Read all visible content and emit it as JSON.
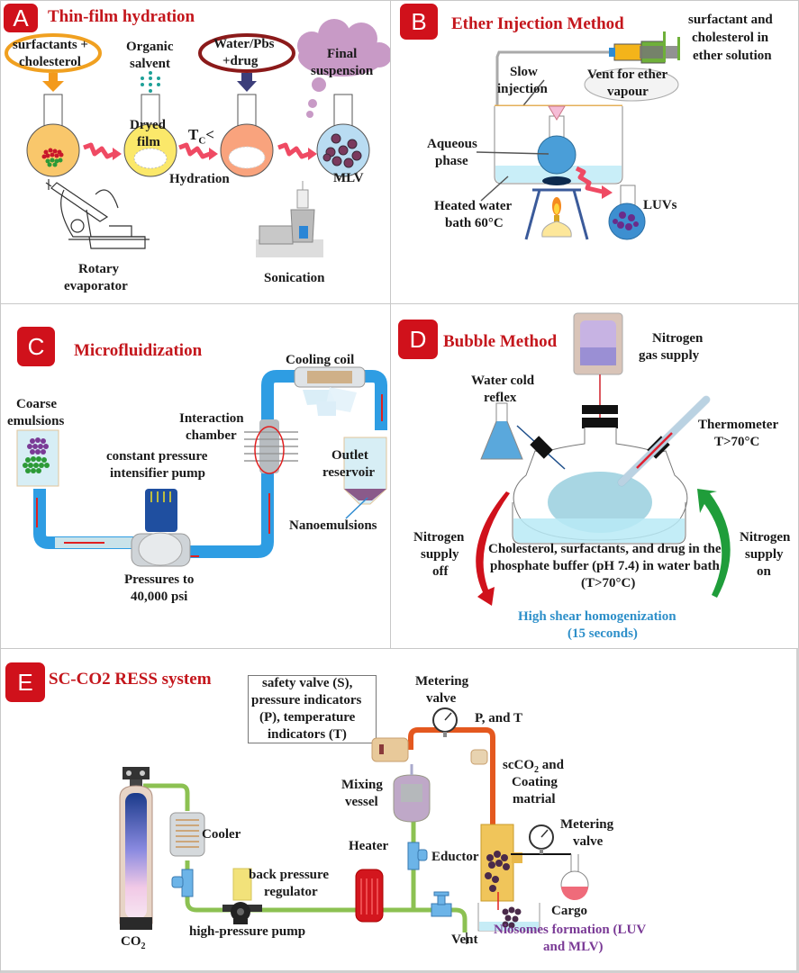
{
  "panels": {
    "A": {
      "badge": "A",
      "title": "Thin-film hydration",
      "labels": {
        "surfactants": "surfactants +",
        "cholesterol": "cholesterol",
        "organic1": "Organic",
        "organic2": "salvent",
        "water1": "Water/Pbs",
        "water2": "+drug",
        "final1": "Final",
        "final2": "suspension",
        "dryed1": "Dryed",
        "dryed2": "film",
        "tc": "T",
        "tc_sub": "C",
        "tc_op": "<",
        "hydration": "Hydration",
        "mlv": "MLV",
        "rotary1": "Rotary",
        "rotary2": "evaporator",
        "sonication": "Sonication"
      },
      "colors": {
        "flask1": "#f9c76b",
        "flask2": "#fbe86a",
        "flask3": "#f9a37d",
        "flask4": "#b9dcf2",
        "arrow": "#ef4a63"
      }
    },
    "B": {
      "badge": "B",
      "title": "Ether Injection Method",
      "labels": {
        "syr1": "surfactant and",
        "syr2": "cholesterol  in",
        "syr3": "ether solution",
        "slow1": "Slow",
        "slow2": "injection",
        "vent1": "Vent for ether",
        "vent2": "vapour",
        "aq1": "Aqueous",
        "aq2": "phase",
        "bath1": "Heated water",
        "bath2": "bath 60°C",
        "luvs": "LUVs"
      }
    },
    "C": {
      "badge": "C",
      "title": "Microfluidization",
      "labels": {
        "cooling": "Cooling coil",
        "coarse1": "Coarse",
        "coarse2": "emulsions",
        "inter1": "Interaction",
        "inter2": "chamber",
        "pump1": "constant pressure",
        "pump2": "intensifier pump",
        "outlet1": "Outlet",
        "outlet2": "reservoir",
        "nano": "Nanoemulsions",
        "press1": "Pressures to",
        "press2": "40,000 psi"
      }
    },
    "D": {
      "badge": "D",
      "title": "Bubble Method",
      "labels": {
        "n2a": "Nitrogen",
        "n2b": "gas supply",
        "wc1": "Water cold",
        "wc2": "reflex",
        "thermo1": "Thermometer",
        "thermo2": "T>70°C",
        "off1": "Nitrogen",
        "off2": "supply",
        "off3": "off",
        "on1": "Nitrogen",
        "on2": "supply",
        "on3": "on",
        "desc1": "Cholesterol, surfactants, and drug in the",
        "desc2": "phosphate buffer (pH 7.4) in water bath",
        "desc3": "(T>70°C)",
        "hs1": "High shear homogenization",
        "hs2": "(15 seconds)"
      }
    },
    "E": {
      "badge": "E",
      "title": "SC-CO2 RESS system",
      "labels": {
        "box1": "safety valve (S),",
        "box2": "pressure indicators",
        "box3": "(P), temperature",
        "box4": "indicators (T)",
        "meter1a": "Metering",
        "meter1b": "valve",
        "pt": "P, and T",
        "mix1": "Mixing",
        "mix2": "vessel",
        "sc1a": "scCO",
        "sc1sub": "2",
        "sc1b": " and",
        "sc2": "Coating",
        "sc3": "matrial",
        "cooler": "Cooler",
        "heater": "Heater",
        "eductor": "Eductor",
        "meter2a": "Metering",
        "meter2b": "valve",
        "bpr1": "back pressure",
        "bpr2": "regulator",
        "hpp": "high-pressure pump",
        "co2": "CO",
        "co2sub": "2",
        "vent": "Vent",
        "cargo": "Cargo",
        "nio1": "Niosomes formation (LUV",
        "nio2": "and MLV)"
      }
    }
  }
}
